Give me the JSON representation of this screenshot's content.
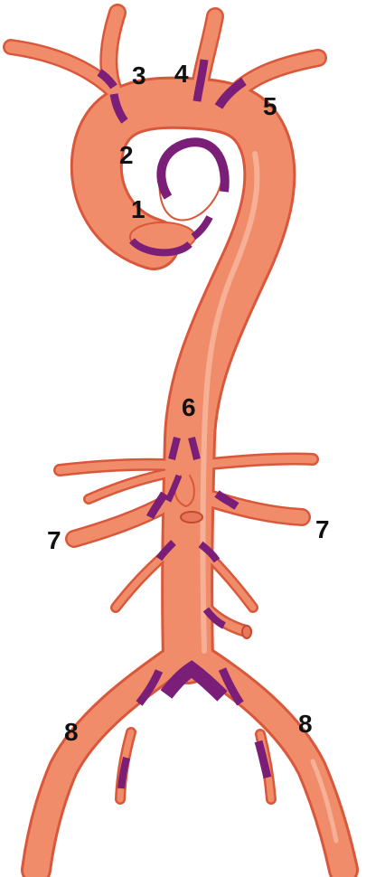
{
  "diagram": {
    "colors": {
      "vessel_fill": "#F08C6A",
      "vessel_outline": "#D9573A",
      "vessel_highlight": "#F6B49A",
      "segment_mark": "#7A1E78",
      "label_text": "#111111"
    },
    "labels": [
      "1",
      "2",
      "3",
      "4",
      "5",
      "6",
      "7",
      "7",
      "8",
      "8"
    ]
  }
}
